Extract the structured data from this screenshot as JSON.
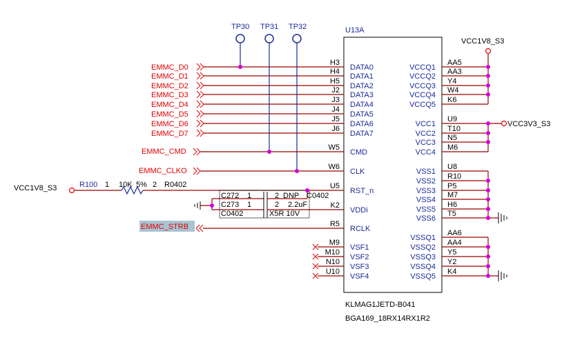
{
  "testpoints": [
    "TP30",
    "TP31",
    "TP32"
  ],
  "chip": {
    "ref": "U13A",
    "part": "KLMAG1JETD-B041",
    "package": "BGA169_18RX14RX1R2",
    "left_pins": [
      {
        "num": "H3",
        "name": "DATA0"
      },
      {
        "num": "H4",
        "name": "DATA1"
      },
      {
        "num": "H5",
        "name": "DATA2"
      },
      {
        "num": "J2",
        "name": "DATA3"
      },
      {
        "num": "J3",
        "name": "DATA4"
      },
      {
        "num": "J4",
        "name": "DATA5"
      },
      {
        "num": "J5",
        "name": "DATA6"
      },
      {
        "num": "J6",
        "name": "DATA7"
      },
      {
        "num": "W5",
        "name": "CMD"
      },
      {
        "num": "W6",
        "name": "CLK"
      },
      {
        "num": "U5",
        "name": "RST_n"
      },
      {
        "num": "K2",
        "name": "VDDi"
      },
      {
        "num": "R5",
        "name": "RCLK"
      },
      {
        "num": "M9",
        "name": "VSF1"
      },
      {
        "num": "M10",
        "name": "VSF2"
      },
      {
        "num": "N10",
        "name": "VSF3"
      },
      {
        "num": "U10",
        "name": "VSF4"
      }
    ],
    "right_pins": [
      {
        "num": "AA5",
        "name": "VCCQ1"
      },
      {
        "num": "AA3",
        "name": "VCCQ2"
      },
      {
        "num": "Y4",
        "name": "VCCQ3"
      },
      {
        "num": "W4",
        "name": "VCCQ4"
      },
      {
        "num": "K6",
        "name": "VCCQ5"
      },
      {
        "num": "U9",
        "name": "VCC1"
      },
      {
        "num": "T10",
        "name": "VCC2"
      },
      {
        "num": "N5",
        "name": "VCC3"
      },
      {
        "num": "M6",
        "name": "VCC4"
      },
      {
        "num": "U8",
        "name": "VSS1"
      },
      {
        "num": "R10",
        "name": "VSS2"
      },
      {
        "num": "P5",
        "name": "VSS3"
      },
      {
        "num": "M7",
        "name": "VSS4"
      },
      {
        "num": "H6",
        "name": "VSS5"
      },
      {
        "num": "T5",
        "name": "VSS6"
      },
      {
        "num": "AA6",
        "name": "VSSQ1"
      },
      {
        "num": "AA4",
        "name": "VSSQ2"
      },
      {
        "num": "Y5",
        "name": "VSSQ3"
      },
      {
        "num": "Y2",
        "name": "VSSQ4"
      },
      {
        "num": "K4",
        "name": "VSSQ5"
      }
    ]
  },
  "nets": {
    "data": [
      "EMMC_D0",
      "EMMC_D1",
      "EMMC_D2",
      "EMMC_D3",
      "EMMC_D4",
      "EMMC_D5",
      "EMMC_D6",
      "EMMC_D7"
    ],
    "cmd": "EMMC_CMD",
    "clk": "EMMC_CLKO",
    "strb": "EMMC_STRB",
    "vccq_power": "VCC1V8_S3",
    "vcc_power": "VCC3V3_S3",
    "rst_power": "VCC1V8_S3"
  },
  "resistor": {
    "ref": "R100",
    "pin1": "1",
    "value": "10K",
    "tol": "5%",
    "pin2": "2",
    "pkg": "R0402"
  },
  "caps": {
    "c272_ref": "C272",
    "c272_pin1": "1",
    "c272_pin2": "2",
    "c272_val": "DNP",
    "c272_pkg": "C0402",
    "c273_ref": "C273",
    "c273_pin1": "1",
    "c273_pin2": "2",
    "c273_val": "2.2uF",
    "c273_pkg": "C0402",
    "c273_rating": "X5R 10V"
  }
}
